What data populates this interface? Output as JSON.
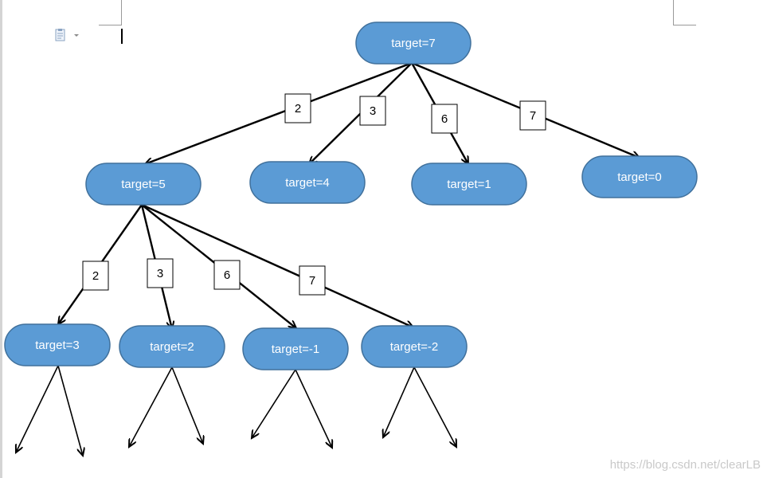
{
  "diagram": {
    "nodes": [
      {
        "id": "n0",
        "label": "target=7"
      },
      {
        "id": "n1",
        "label": "target=5"
      },
      {
        "id": "n2",
        "label": "target=4"
      },
      {
        "id": "n3",
        "label": "target=1"
      },
      {
        "id": "n4",
        "label": "target=0"
      },
      {
        "id": "n5",
        "label": "target=3"
      },
      {
        "id": "n6",
        "label": "target=2"
      },
      {
        "id": "n7",
        "label": "target=-1"
      },
      {
        "id": "n8",
        "label": "target=-2"
      }
    ],
    "edges": [
      {
        "from": "n0",
        "to": "n1",
        "label": "2"
      },
      {
        "from": "n0",
        "to": "n2",
        "label": "3"
      },
      {
        "from": "n0",
        "to": "n3",
        "label": "6"
      },
      {
        "from": "n0",
        "to": "n4",
        "label": "7"
      },
      {
        "from": "n1",
        "to": "n5",
        "label": "2"
      },
      {
        "from": "n1",
        "to": "n6",
        "label": "3"
      },
      {
        "from": "n1",
        "to": "n7",
        "label": "6"
      },
      {
        "from": "n1",
        "to": "n8",
        "label": "7"
      }
    ],
    "continuation_arrows_from": [
      "n5",
      "n6",
      "n7",
      "n8"
    ]
  },
  "watermark": "https://blog.csdn.net/clearLB"
}
